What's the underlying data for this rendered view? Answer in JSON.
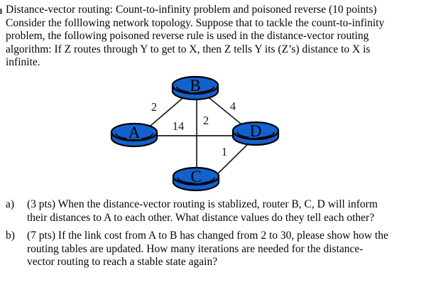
{
  "intro": {
    "lines": [
      "Distance-vector routing: Count-to-infinity problem and poisoned reverse (10 points)",
      "Consider the folllowing network topology. Suppose that to tackle the count-to-infinity",
      "problem, the following poisoned reverse rule is used in the distance-vector routing",
      "algorithm: If Z routes through Y to get to X, then Z tells Y its (Z’s) distance to X is",
      "infinite."
    ]
  },
  "diagram": {
    "type": "network-topology",
    "nodes": [
      {
        "id": "A",
        "label": "A"
      },
      {
        "id": "B",
        "label": "B"
      },
      {
        "id": "C",
        "label": "C"
      },
      {
        "id": "D",
        "label": "D"
      }
    ],
    "edges": [
      {
        "from": "A",
        "to": "B",
        "cost": "2"
      },
      {
        "from": "B",
        "to": "D",
        "cost": "4"
      },
      {
        "from": "A",
        "to": "D",
        "cost": "14"
      },
      {
        "from": "B",
        "to": "C",
        "cost": "2"
      },
      {
        "from": "C",
        "to": "D",
        "cost": "1"
      }
    ],
    "colors": {
      "node_fill": "#1261cd",
      "node_outline": "#000000",
      "edge_line": "#1c1c1c",
      "cost_text": "#15153c",
      "node_text": "#000000"
    }
  },
  "questions": [
    {
      "marker": "a)",
      "lines": [
        "(3 pts) When the distance-vector routing is stablized, router B, C, D will inform",
        "their distances to A to each other. What distance values do they tell each other?"
      ]
    },
    {
      "marker": "b)",
      "lines": [
        "(7 pts) If the link cost from A to B has changed from 2 to 30, please show how the",
        "routing tables are updated. How many iterations are needed for the distance-",
        "vector routing to reach a stable state again?"
      ]
    }
  ]
}
